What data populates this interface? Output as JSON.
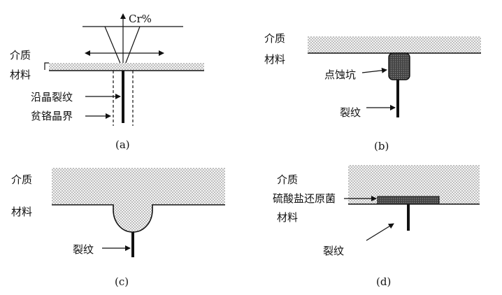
{
  "panel_a": {
    "chart_label": "Cr%",
    "medium_label": "介质",
    "material_label": "材料",
    "crack_label": "沿晶裂纹",
    "boundary_label": "贫铬晶界",
    "caption": "(a)"
  },
  "panel_b": {
    "medium_label": "介质",
    "material_label": "材料",
    "pit_label": "点蚀坑",
    "crack_label": "裂纹",
    "caption": "(b)"
  },
  "panel_c": {
    "medium_label": "介质",
    "material_label": "材料",
    "crack_label": "裂纹",
    "caption": "(c)"
  },
  "panel_d": {
    "medium_label": "介质",
    "bacteria_label": "硫酸盐还原菌",
    "material_label": "材料",
    "crack_label": "裂纹",
    "caption": "(d)"
  }
}
